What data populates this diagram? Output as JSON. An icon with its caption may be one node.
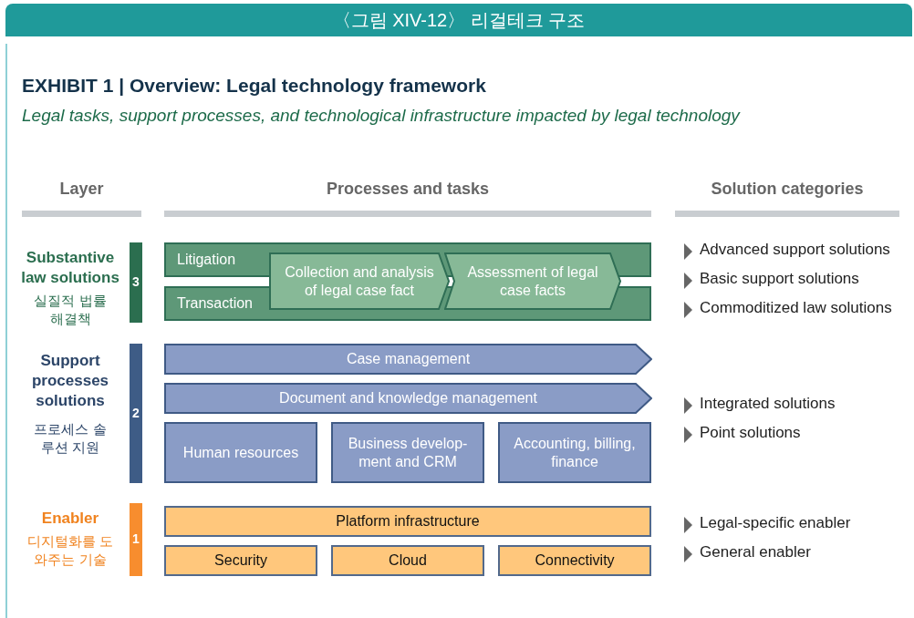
{
  "diagram": {
    "title": "〈그림 XIV-12〉 리걸테크 구조",
    "nodes": [
      {
        "text": [
          "Litigation"
        ]
      },
      {
        "text": [
          "Transaction"
        ]
      },
      {
        "text": [
          "Collection and analysis of legal case fact"
        ]
      },
      {
        "text": [
          "Assessment of legal case facts"
        ]
      },
      {
        "text": [
          "Case management"
        ]
      },
      {
        "text": [
          "Document and knowledge management"
        ]
      },
      {
        "text": [
          "Human resources"
        ]
      },
      {
        "text": [
          "Business develop- ment and CRM"
        ]
      },
      {
        "text": [
          "Accounting, billing, finance"
        ]
      },
      {
        "text": [
          "Platform infrastructure"
        ]
      },
      {
        "text": [
          "Security"
        ]
      },
      {
        "text": [
          "Cloud"
        ]
      },
      {
        "text": [
          "Connectivity"
        ]
      },
      {
        "text": [
          "3"
        ],
        "beside": [
          "Substantive law solutions",
          "실질적 법률 해결책"
        ]
      },
      {
        "text": [
          "2"
        ],
        "beside": [
          "Support processes solutions",
          "프로세스 솔루션 지원"
        ]
      },
      {
        "text": [
          "1"
        ],
        "beside": [
          "Enabler",
          "디지털화를 도와주는 기술"
        ]
      }
    ],
    "edges": [],
    "labels": [
      "EXHIBIT 1 | Overview: Legal technology framework",
      "Legal tasks, support processes, and technological infrastructure impacted by legal technology",
      "Layer",
      "Processes and tasks",
      "Solution categories",
      "Advanced support solutions",
      "Basic support solutions",
      "Commoditized law solutions",
      "Integrated solutions",
      "Point solutions",
      "Legal-specific enabler",
      "General enabler"
    ]
  }
}
